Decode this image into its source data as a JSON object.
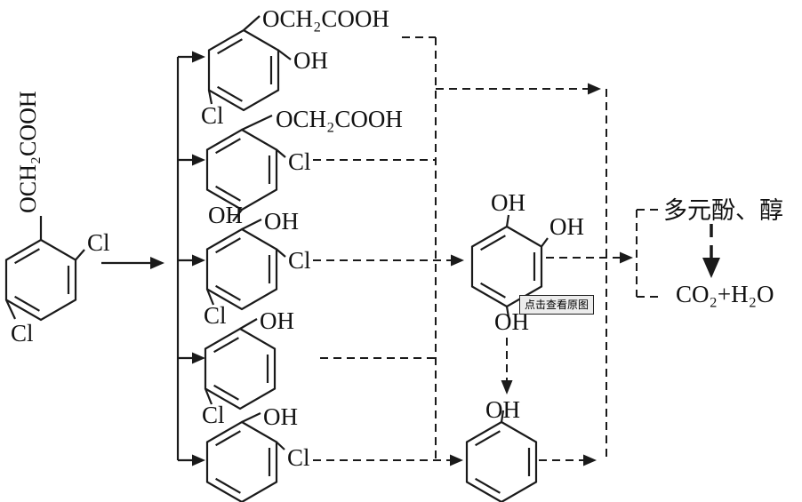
{
  "structures": {
    "reactant": {
      "chain": "OCH₂COOH",
      "cl_top": "Cl",
      "cl_bottom": "Cl"
    },
    "i1": {
      "chain": "OCH₂COOH",
      "oh": "OH",
      "cl": "Cl"
    },
    "i2": {
      "chain": "OCH₂COOH",
      "cl": "Cl",
      "oh": "OH"
    },
    "i3": {
      "oh": "OH",
      "cl_right": "Cl",
      "cl_bottom": "Cl"
    },
    "i4": {
      "oh": "OH",
      "cl": "Cl"
    },
    "i5": {
      "oh": "OH",
      "cl": "Cl"
    },
    "triol": {
      "oh_top": "OH",
      "oh_right": "OH",
      "oh_bottom": "OH"
    },
    "phenol": {
      "oh": "OH"
    }
  },
  "products": {
    "intermediate_products": "多元酚、醇",
    "final_products": "CO₂+H₂O"
  },
  "overlay": {
    "tooltip": "点击查看原图"
  },
  "colors": {
    "ink": "#1a1a1a",
    "background": "#ffffff"
  }
}
